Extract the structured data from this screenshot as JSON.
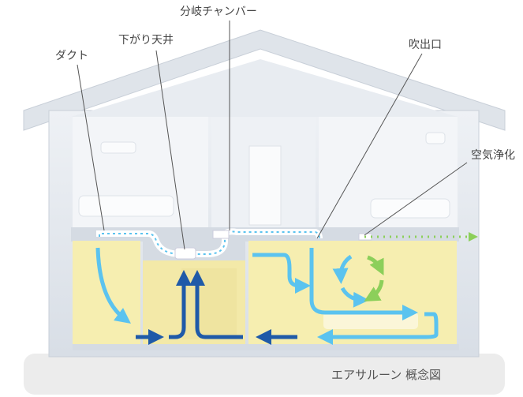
{
  "labels": {
    "duct": "ダクト",
    "lowered_ceiling": "下がり天井",
    "branch_chamber": "分岐チャンバー",
    "outlet": "吹出口",
    "air_purifier": "空気浄化"
  },
  "caption": "エアサルーン 概念図",
  "colors": {
    "warm_room": "#f6eeb0",
    "cool_arrow": "#5bc3ef",
    "return_arrow": "#1f5aa8",
    "purify_arrow": "#8ccf5a",
    "house": "#dfe4ea"
  }
}
